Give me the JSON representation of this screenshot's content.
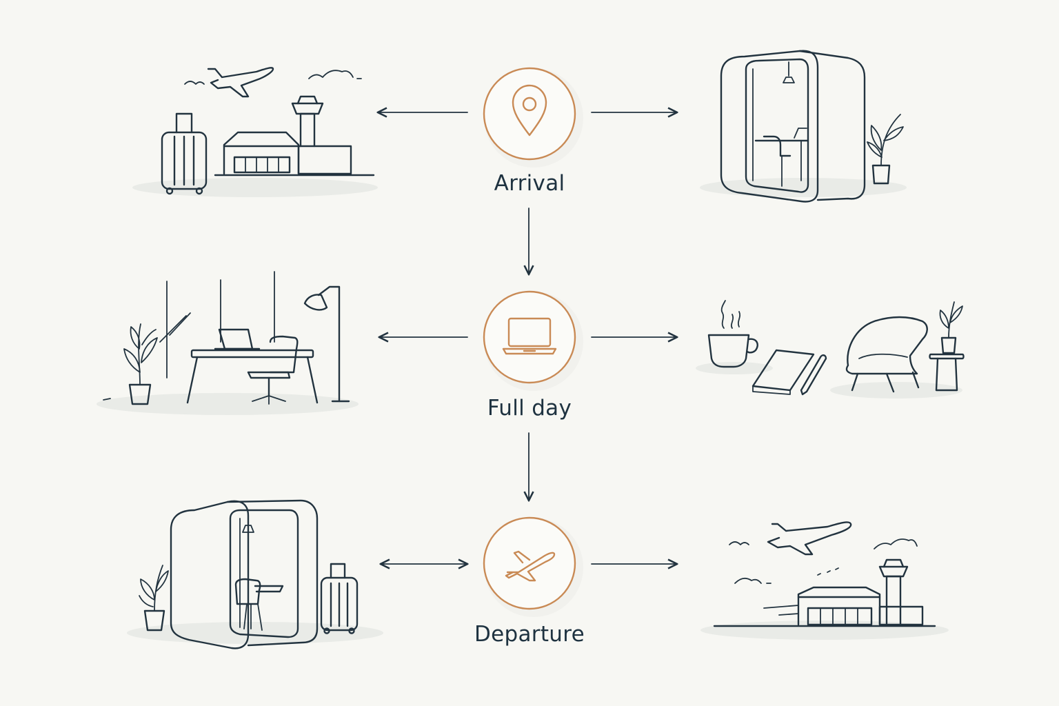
{
  "stages": [
    {
      "id": "arrival",
      "label": "Arrival",
      "icon": "location-pin-icon"
    },
    {
      "id": "full-day",
      "label": "Full day",
      "icon": "laptop-icon"
    },
    {
      "id": "departure",
      "label": "Departure",
      "icon": "airplane-icon"
    }
  ],
  "illustrations": {
    "arrival_left": "airport-arrival-illustration",
    "arrival_right": "work-pod-illustration",
    "fullday_left": "desk-workspace-illustration",
    "fullday_right": "lounge-coffee-illustration",
    "departure_left": "pod-with-luggage-illustration",
    "departure_right": "airport-departure-illustration"
  },
  "colors": {
    "background": "#f7f7f3",
    "line": "#22333f",
    "accent": "#c98a55",
    "text": "#1e3240"
  }
}
